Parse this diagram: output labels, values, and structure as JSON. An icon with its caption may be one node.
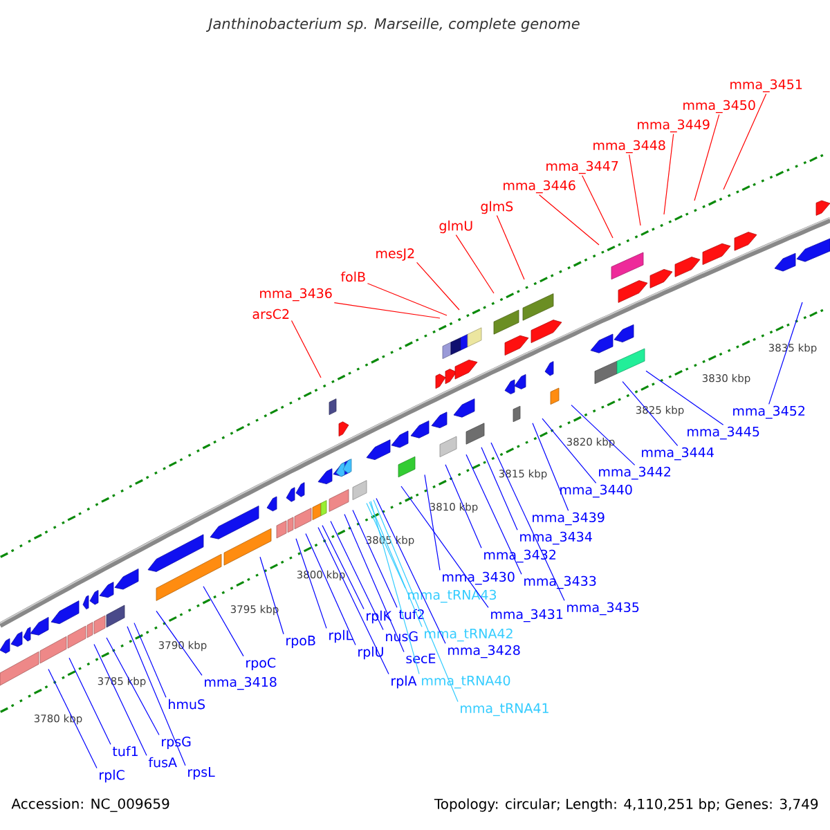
{
  "diagram": {
    "title": "Janthinobacterium sp. Marseille, complete genome",
    "nodes": [
      {
        "text": [
          "arsC2"
        ]
      },
      {
        "text": [
          "mma_3436"
        ]
      },
      {
        "text": [
          "folB"
        ]
      },
      {
        "text": [
          "mesJ2"
        ]
      },
      {
        "text": [
          "glmU"
        ]
      },
      {
        "text": [
          "glmS"
        ]
      },
      {
        "text": [
          "mma_3446"
        ]
      },
      {
        "text": [
          "mma_3447"
        ]
      },
      {
        "text": [
          "mma_3448"
        ]
      },
      {
        "text": [
          "mma_3449"
        ]
      },
      {
        "text": [
          "mma_3450"
        ]
      },
      {
        "text": [
          "mma_3451"
        ]
      },
      {
        "text": [
          "mma_3452"
        ]
      },
      {
        "text": [
          "mma_3445"
        ]
      },
      {
        "text": [
          "mma_3444"
        ]
      },
      {
        "text": [
          "mma_3442"
        ]
      },
      {
        "text": [
          "mma_3440"
        ]
      },
      {
        "text": [
          "mma_3439"
        ]
      },
      {
        "text": [
          "mma_3434"
        ]
      },
      {
        "text": [
          "mma_3432"
        ]
      },
      {
        "text": [
          "mma_3433"
        ]
      },
      {
        "text": [
          "mma_3430"
        ]
      },
      {
        "text": [
          "mma_3435"
        ]
      },
      {
        "text": [
          "mma_3431"
        ]
      },
      {
        "text": [
          "mma_tRNA43"
        ]
      },
      {
        "text": [
          "tuf2"
        ]
      },
      {
        "text": [
          "rplK"
        ]
      },
      {
        "text": [
          "rplL"
        ]
      },
      {
        "text": [
          "nusG"
        ]
      },
      {
        "text": [
          "mma_tRNA42"
        ]
      },
      {
        "text": [
          "rpoB"
        ]
      },
      {
        "text": [
          "rplU"
        ]
      },
      {
        "text": [
          "secE"
        ]
      },
      {
        "text": [
          "mma_3428"
        ]
      },
      {
        "text": [
          "rpoC"
        ]
      },
      {
        "text": [
          "rplA"
        ]
      },
      {
        "text": [
          "mma_tRNA40"
        ]
      },
      {
        "text": [
          "mma_3418"
        ]
      },
      {
        "text": [
          "hmuS"
        ]
      },
      {
        "text": [
          "mma_tRNA41"
        ]
      },
      {
        "text": [
          "rpsG"
        ]
      },
      {
        "text": [
          "tuf1"
        ]
      },
      {
        "text": [
          "fusA"
        ]
      },
      {
        "text": [
          "rpsL"
        ]
      },
      {
        "text": [
          "rplC"
        ]
      }
    ],
    "edges": [
      {
        "from": 0,
        "to": null,
        "arrow": "none",
        "color": "#ff0000"
      },
      {
        "from": 1,
        "to": null,
        "arrow": "none",
        "color": "#ff0000"
      },
      {
        "from": 2,
        "to": null,
        "arrow": "none",
        "color": "#ff0000"
      },
      {
        "from": 3,
        "to": null,
        "arrow": "none",
        "color": "#ff0000"
      },
      {
        "from": 4,
        "to": null,
        "arrow": "none",
        "color": "#ff0000"
      },
      {
        "from": 5,
        "to": null,
        "arrow": "none",
        "color": "#ff0000"
      },
      {
        "from": 6,
        "to": null,
        "arrow": "none",
        "color": "#ff0000"
      },
      {
        "from": 7,
        "to": null,
        "arrow": "none",
        "color": "#ff0000"
      },
      {
        "from": 8,
        "to": null,
        "arrow": "none",
        "color": "#ff0000"
      },
      {
        "from": 9,
        "to": null,
        "arrow": "none",
        "color": "#ff0000"
      },
      {
        "from": 10,
        "to": null,
        "arrow": "none",
        "color": "#ff0000"
      },
      {
        "from": 11,
        "to": null,
        "arrow": "none",
        "color": "#ff0000"
      },
      {
        "from": 12,
        "to": null,
        "arrow": "none"
      },
      {
        "from": 13,
        "to": null,
        "arrow": "none"
      },
      {
        "from": 14,
        "to": null,
        "arrow": "none"
      },
      {
        "from": 15,
        "to": null,
        "arrow": "none"
      },
      {
        "from": 16,
        "to": null,
        "arrow": "none"
      },
      {
        "from": 17,
        "to": null,
        "arrow": "none"
      },
      {
        "from": 18,
        "to": null,
        "arrow": "none"
      },
      {
        "from": 19,
        "to": null,
        "arrow": "none"
      },
      {
        "from": 20,
        "to": null,
        "arrow": "none"
      },
      {
        "from": 21,
        "to": null,
        "arrow": "none"
      },
      {
        "from": 22,
        "to": null,
        "arrow": "none"
      },
      {
        "from": 23,
        "to": null,
        "arrow": "none"
      },
      {
        "from": 24,
        "to": null,
        "arrow": "none",
        "color": "#33ccff"
      },
      {
        "from": 25,
        "to": null,
        "arrow": "none"
      },
      {
        "from": 26,
        "to": null,
        "arrow": "none"
      },
      {
        "from": 27,
        "to": null,
        "arrow": "none"
      },
      {
        "from": 28,
        "to": null,
        "arrow": "none"
      },
      {
        "from": 29,
        "to": null,
        "arrow": "none",
        "color": "#33ccff"
      },
      {
        "from": 30,
        "to": null,
        "arrow": "none"
      },
      {
        "from": 31,
        "to": null,
        "arrow": "none"
      },
      {
        "from": 32,
        "to": null,
        "arrow": "none"
      },
      {
        "from": 33,
        "to": null,
        "arrow": "none"
      },
      {
        "from": 34,
        "to": null,
        "arrow": "none"
      },
      {
        "from": 35,
        "to": null,
        "arrow": "none"
      },
      {
        "from": 36,
        "to": null,
        "arrow": "none",
        "color": "#33ccff"
      },
      {
        "from": 37,
        "to": null,
        "arrow": "none"
      },
      {
        "from": 38,
        "to": null,
        "arrow": "none"
      },
      {
        "from": 39,
        "to": null,
        "arrow": "none",
        "color": "#33ccff"
      },
      {
        "from": 40,
        "to": null,
        "arrow": "none"
      },
      {
        "from": 41,
        "to": null,
        "arrow": "none"
      },
      {
        "from": 42,
        "to": null,
        "arrow": "none"
      },
      {
        "from": 43,
        "to": null,
        "arrow": "none"
      },
      {
        "from": 44,
        "to": null,
        "arrow": "none"
      }
    ],
    "labels": [
      "3835 kbp",
      "3830 kbp",
      "3825 kbp",
      "3820 kbp",
      "3815 kbp",
      "3810 kbp",
      "3805 kbp",
      "3800 kbp",
      "3795 kbp",
      "3790 kbp",
      "3785 kbp",
      "3780 kbp",
      "Accession: NC_009659",
      "Topology: circular; Length: 4,110,251 bp; Genes: 3,749"
    ]
  }
}
